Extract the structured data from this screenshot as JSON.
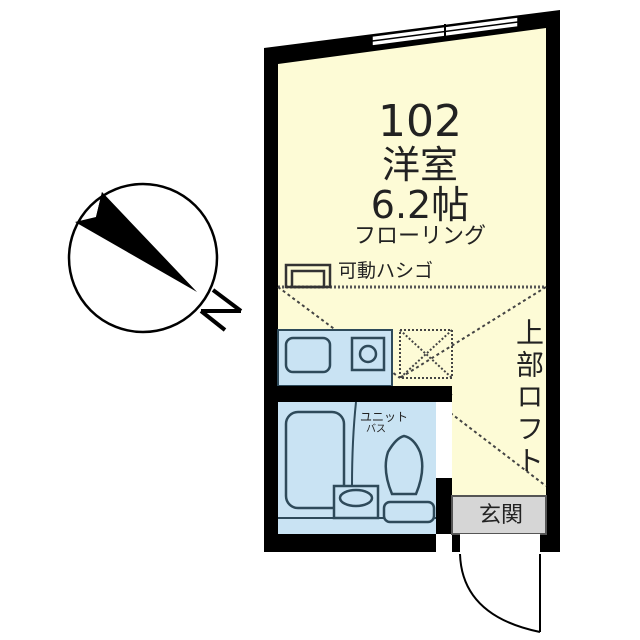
{
  "floorplan": {
    "unit_number": "102",
    "room_type": "洋室",
    "room_size": "6.2帖",
    "flooring": "フローリング",
    "ladder_label": "可動ハシゴ",
    "loft_label": "上部ロフト",
    "unit_bath_label_line1": "ユニット",
    "unit_bath_label_line2": "バス",
    "entrance_label": "玄関",
    "compass": {
      "icon": "north-arrow-icon",
      "direction_label": "N"
    }
  },
  "colors": {
    "wall": "#000000",
    "room_fill": "#fdfbd6",
    "wet_area_fill": "#c9e3f3",
    "entrance_fill": "#d6d6d6",
    "fixture_stroke": "#2e4a5a"
  }
}
